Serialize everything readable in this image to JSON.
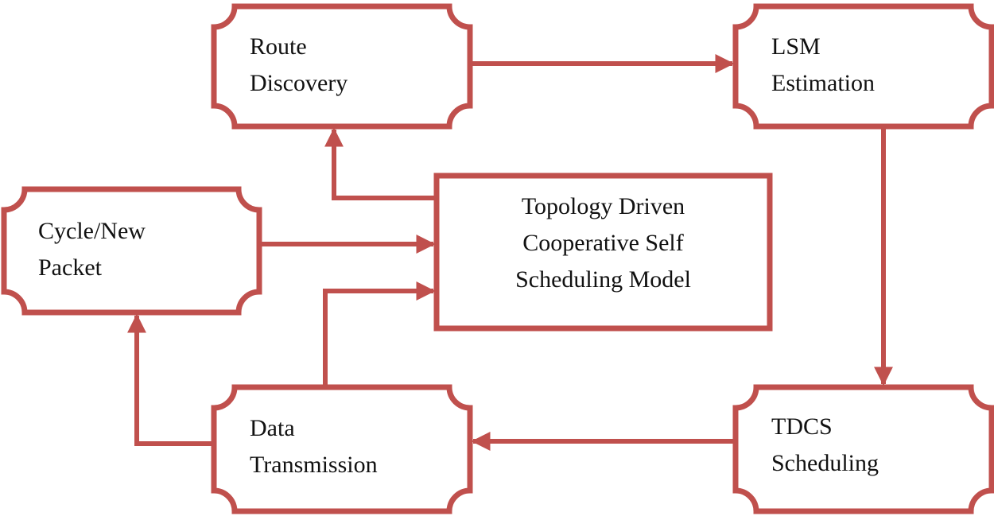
{
  "diagram": {
    "colors": {
      "stroke": "#c0504d",
      "text": "#111111",
      "background": "#ffffff"
    },
    "nodes": {
      "route_discovery": {
        "line1": "Route",
        "line2": "Discovery"
      },
      "lsm_estimation": {
        "line1": "LSM",
        "line2": "Estimation"
      },
      "cycle_new_packet": {
        "line1": "Cycle/New",
        "line2": "Packet"
      },
      "center_model": {
        "line1": "Topology Driven",
        "line2": "Cooperative Self",
        "line3": "Scheduling Model"
      },
      "data_transmission": {
        "line1": "Data",
        "line2": "Transmission"
      },
      "tdcs_scheduling": {
        "line1": "TDCS",
        "line2": "Scheduling"
      }
    },
    "edges": [
      {
        "from": "route_discovery",
        "to": "lsm_estimation"
      },
      {
        "from": "lsm_estimation",
        "to": "tdcs_scheduling"
      },
      {
        "from": "tdcs_scheduling",
        "to": "data_transmission"
      },
      {
        "from": "data_transmission",
        "to": "cycle_new_packet"
      },
      {
        "from": "data_transmission",
        "to": "center_model"
      },
      {
        "from": "cycle_new_packet",
        "to": "center_model"
      },
      {
        "from": "center_model",
        "to": "route_discovery"
      }
    ]
  }
}
